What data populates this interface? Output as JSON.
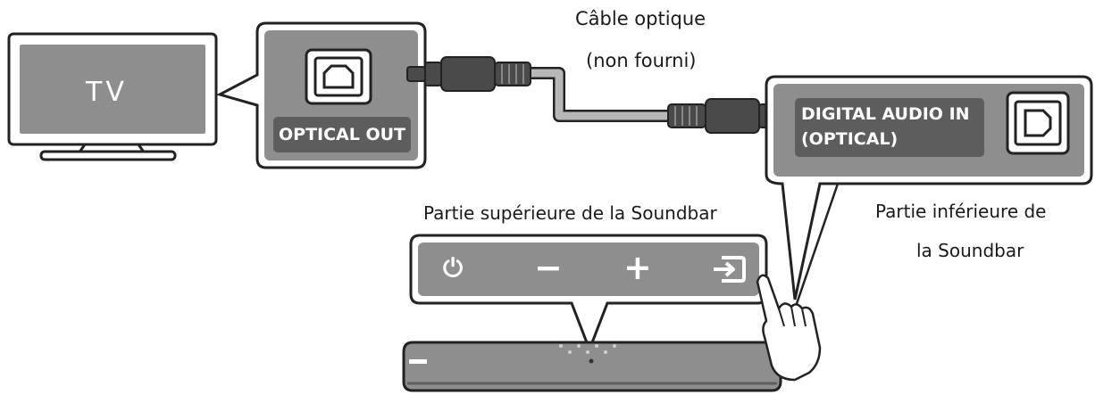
{
  "tv": {
    "label": "TV"
  },
  "tv_port": {
    "label": "OPTICAL OUT"
  },
  "cable": {
    "label_line1": "Câble optique",
    "label_line2": "(non fourni)"
  },
  "soundbar_port": {
    "label_line1": "DIGITAL AUDIO IN",
    "label_line2": "(OPTICAL)"
  },
  "soundbar_top": {
    "label": "Partie supérieure de la Soundbar",
    "buttons": [
      {
        "icon": "power-icon",
        "glyph": "⏻"
      },
      {
        "icon": "minus-icon",
        "glyph": "−"
      },
      {
        "icon": "plus-icon",
        "glyph": "+"
      },
      {
        "icon": "source-input-icon",
        "glyph": ""
      }
    ]
  },
  "soundbar_bottom": {
    "label_line1": "Partie inférieure de",
    "label_line2": "la Soundbar"
  },
  "colors": {
    "panel": "#8e8e8e",
    "tag": "#5d5d5d",
    "cable": "#b8b8b8",
    "plug": "#4a4a4a",
    "outline": "#222222"
  }
}
